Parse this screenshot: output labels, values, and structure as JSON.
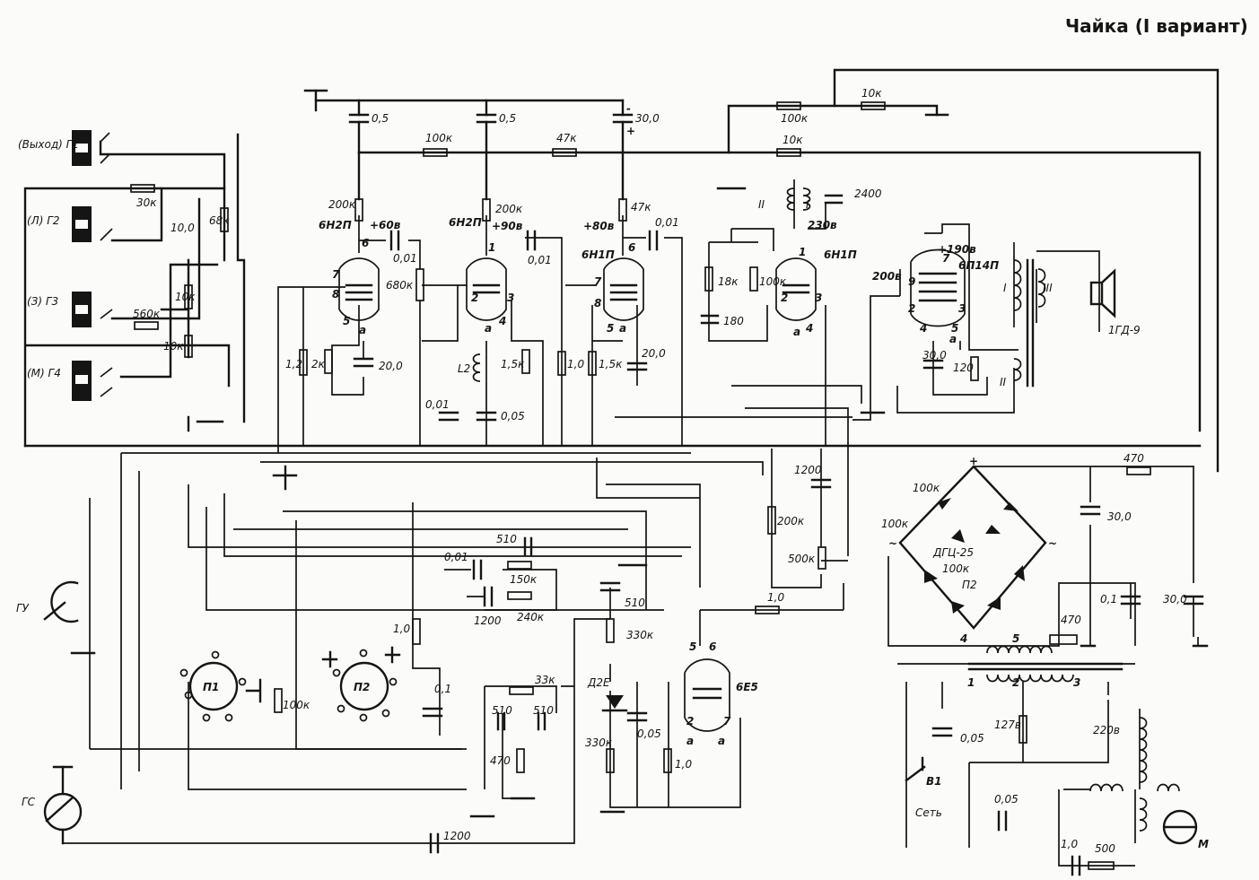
{
  "title": "Чайка (I вариант)",
  "inputs": {
    "g1": "(Выход) Г1",
    "g2": "(Л) Г2",
    "g3": "(З) Г3",
    "g4": "(М) Г4",
    "gu": "ГУ",
    "gs": "ГС"
  },
  "tubes": {
    "v1": "6Н2П",
    "v2": "6Н2П",
    "v3": "6Н1П",
    "v4": "6Н1П",
    "v5": "6П14П",
    "v6": "6Е5"
  },
  "voltages": {
    "v1_anode": "+60в",
    "v2_anode": "+90в",
    "v3_anode": "+80в",
    "v4_anode": "230в",
    "v5_anode": "+190в",
    "v5_screen": "200в",
    "mains_127": "127в",
    "mains_220": "220в"
  },
  "switches": {
    "p1": "П1",
    "p2": "П2",
    "b1": "В1",
    "mains": "Сеть"
  },
  "speaker": {
    "model": "1ГД-9"
  },
  "motor": {
    "label": "М"
  },
  "bridge": {
    "label": "ДГЦ-25",
    "fuse": "П2"
  },
  "misc": {
    "l2": "L2",
    "d2e": "Д2Е"
  },
  "pins": {
    "n1": "1",
    "n2": "2",
    "n3": "3",
    "n4": "4",
    "n5": "5",
    "n6": "6",
    "n7": "7",
    "n8": "8",
    "n9": "9",
    "a": "а",
    "w1": "I",
    "w2": "II",
    "w3": "III",
    "plus": "+",
    "minus": "-",
    "tilde": "~"
  },
  "parts": {
    "c_05": "0,5",
    "c_05b": "0,5",
    "c_300": "30,0",
    "r_100k_t": "100к",
    "r_47k_t": "47к",
    "r_100k_b": "100к",
    "r_10k_b": "10к",
    "r_10k_t": "10к",
    "r_30k": "30к",
    "c_100": "10,0",
    "r_68k": "68к",
    "r_560k": "560к",
    "r_10k_z": "10к",
    "r_10k_m": "10к",
    "r_200k_1": "200к",
    "r_200k_2": "200к",
    "r_47k_2": "47к",
    "c_001_1": "0,01",
    "c_001_2": "0,01",
    "c_001_3": "0,01",
    "r_680k": "680к",
    "r_12": "1,2",
    "r_2k": "2к",
    "c_200_1": "20,0",
    "r_15k_1": "1,5к",
    "r_15k_2": "1,5к",
    "r_10": "1,0",
    "c_200_2": "20,0",
    "c_001_4": "0,01",
    "c_005_1": "0,05",
    "c_2400": "2400",
    "r_18k": "18к",
    "r_100k_v4": "100к",
    "c_180": "180",
    "c_300_b": "30,0",
    "r_120": "120",
    "c_1200_1": "1200",
    "r_200k_3": "200к",
    "r_500k": "500к",
    "r_10_2": "1,0",
    "r_470": "470",
    "c_300_c": "30,0",
    "c_01_1": "0,1",
    "r_470_2": "470",
    "c_300_d": "30,0",
    "br_100k_1": "100к",
    "br_100k_2": "100к",
    "br_100k_3": "100к",
    "c_001_5": "0,01",
    "c_510_1": "510",
    "r_150k": "150к",
    "c_1200_2": "1200",
    "r_240k": "240к",
    "r_10_3": "1,0",
    "c_01_2": "0,1",
    "r_100k_p1": "100к",
    "r_33k": "33к",
    "c_510_2": "510",
    "c_510_3": "510",
    "r_470_3": "470",
    "c_510_4": "510",
    "r_330k_1": "330к",
    "r_330k_2": "330к",
    "c_005_2": "0,05",
    "r_10_4": "1,0",
    "c_1200_3": "1200",
    "c_005_3": "0,05",
    "c_005_4": "0,05",
    "c_10": "1,0",
    "r_500": "500"
  }
}
